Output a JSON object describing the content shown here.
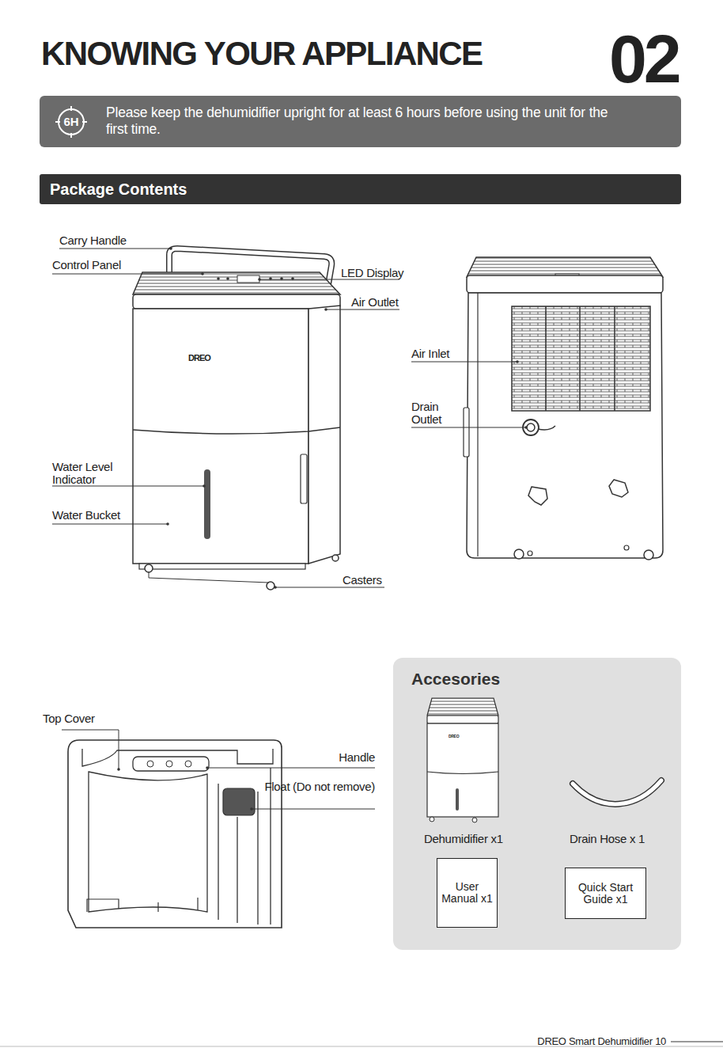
{
  "diagram": {
    "title": "KNOWING YOUR APPLIANCE",
    "nodes": [
      {
        "text": [
          "Please keep the dehumidifier upright for at least 6 hours before using the unit for the first time."
        ]
      },
      {
        "text": [
          "6H"
        ],
        "in": 0
      },
      {
        "text": [
          "Package Contents"
        ]
      },
      {
        "text": [
          "Accesories"
        ]
      },
      {
        "text": [
          "User Manual x1"
        ],
        "in": 3
      },
      {
        "text": [
          "Quick Start Guide x1"
        ],
        "in": 3
      }
    ],
    "labels": [
      "02",
      "Carry Handle",
      "Control Panel",
      "LED Display",
      "Air Outlet",
      "Water Level Indicator",
      "Water Bucket",
      "Casters",
      "Air Inlet",
      "Drain Outlet",
      "Top Cover",
      "Handle",
      "Float (Do not remove)",
      "Dehumidifier x1",
      "Drain Hose x 1",
      "DREO Smart Dehumidifier 10",
      "DREO",
      "DREO"
    ]
  }
}
